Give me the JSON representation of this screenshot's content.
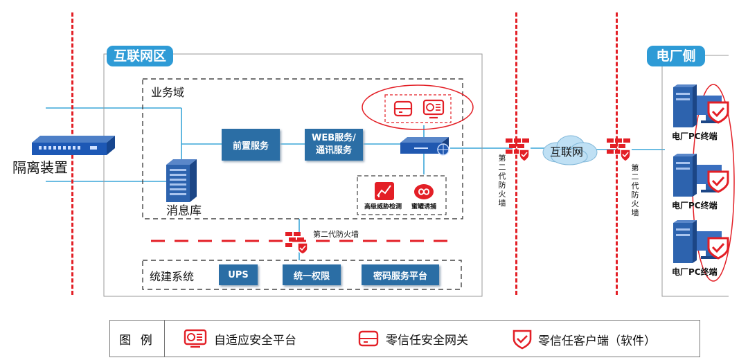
{
  "zones": {
    "internet": "互联网区",
    "plant": "电厂侧"
  },
  "domains": {
    "business": "业务域",
    "unified": "统建系统"
  },
  "isolation_label": "隔离装置",
  "message_db_label": "消息库",
  "services": {
    "front": "前置服务",
    "web_line1": "WEB服务/",
    "web_line2": "通讯服务",
    "ups": "UPS",
    "unified_auth": "统一权限",
    "crypto": "密码服务平台"
  },
  "security_tools": {
    "threat": "高级威胁检测",
    "honeypot": "蜜罐诱捕"
  },
  "firewalls": {
    "inner": "第二代防火墙",
    "left_vertical": [
      "第",
      "二",
      "代",
      "防",
      "火",
      "墙"
    ],
    "right_vertical": [
      "第",
      "二",
      "代",
      "防",
      "火",
      "墙"
    ]
  },
  "cloud_label": "互联网",
  "terminals": [
    "电厂PC终端",
    "电厂PC终端",
    "电厂PC终端"
  ],
  "legend": {
    "title": "图 例",
    "items": [
      "自适应安全平台",
      "零信任安全网关",
      "零信任客户端（软件）"
    ]
  },
  "colors": {
    "red": "#e31f26",
    "zone_blue": "#2e9bd6",
    "box_blue": "#2b6ea5",
    "line_blue": "#3aa6d8"
  }
}
